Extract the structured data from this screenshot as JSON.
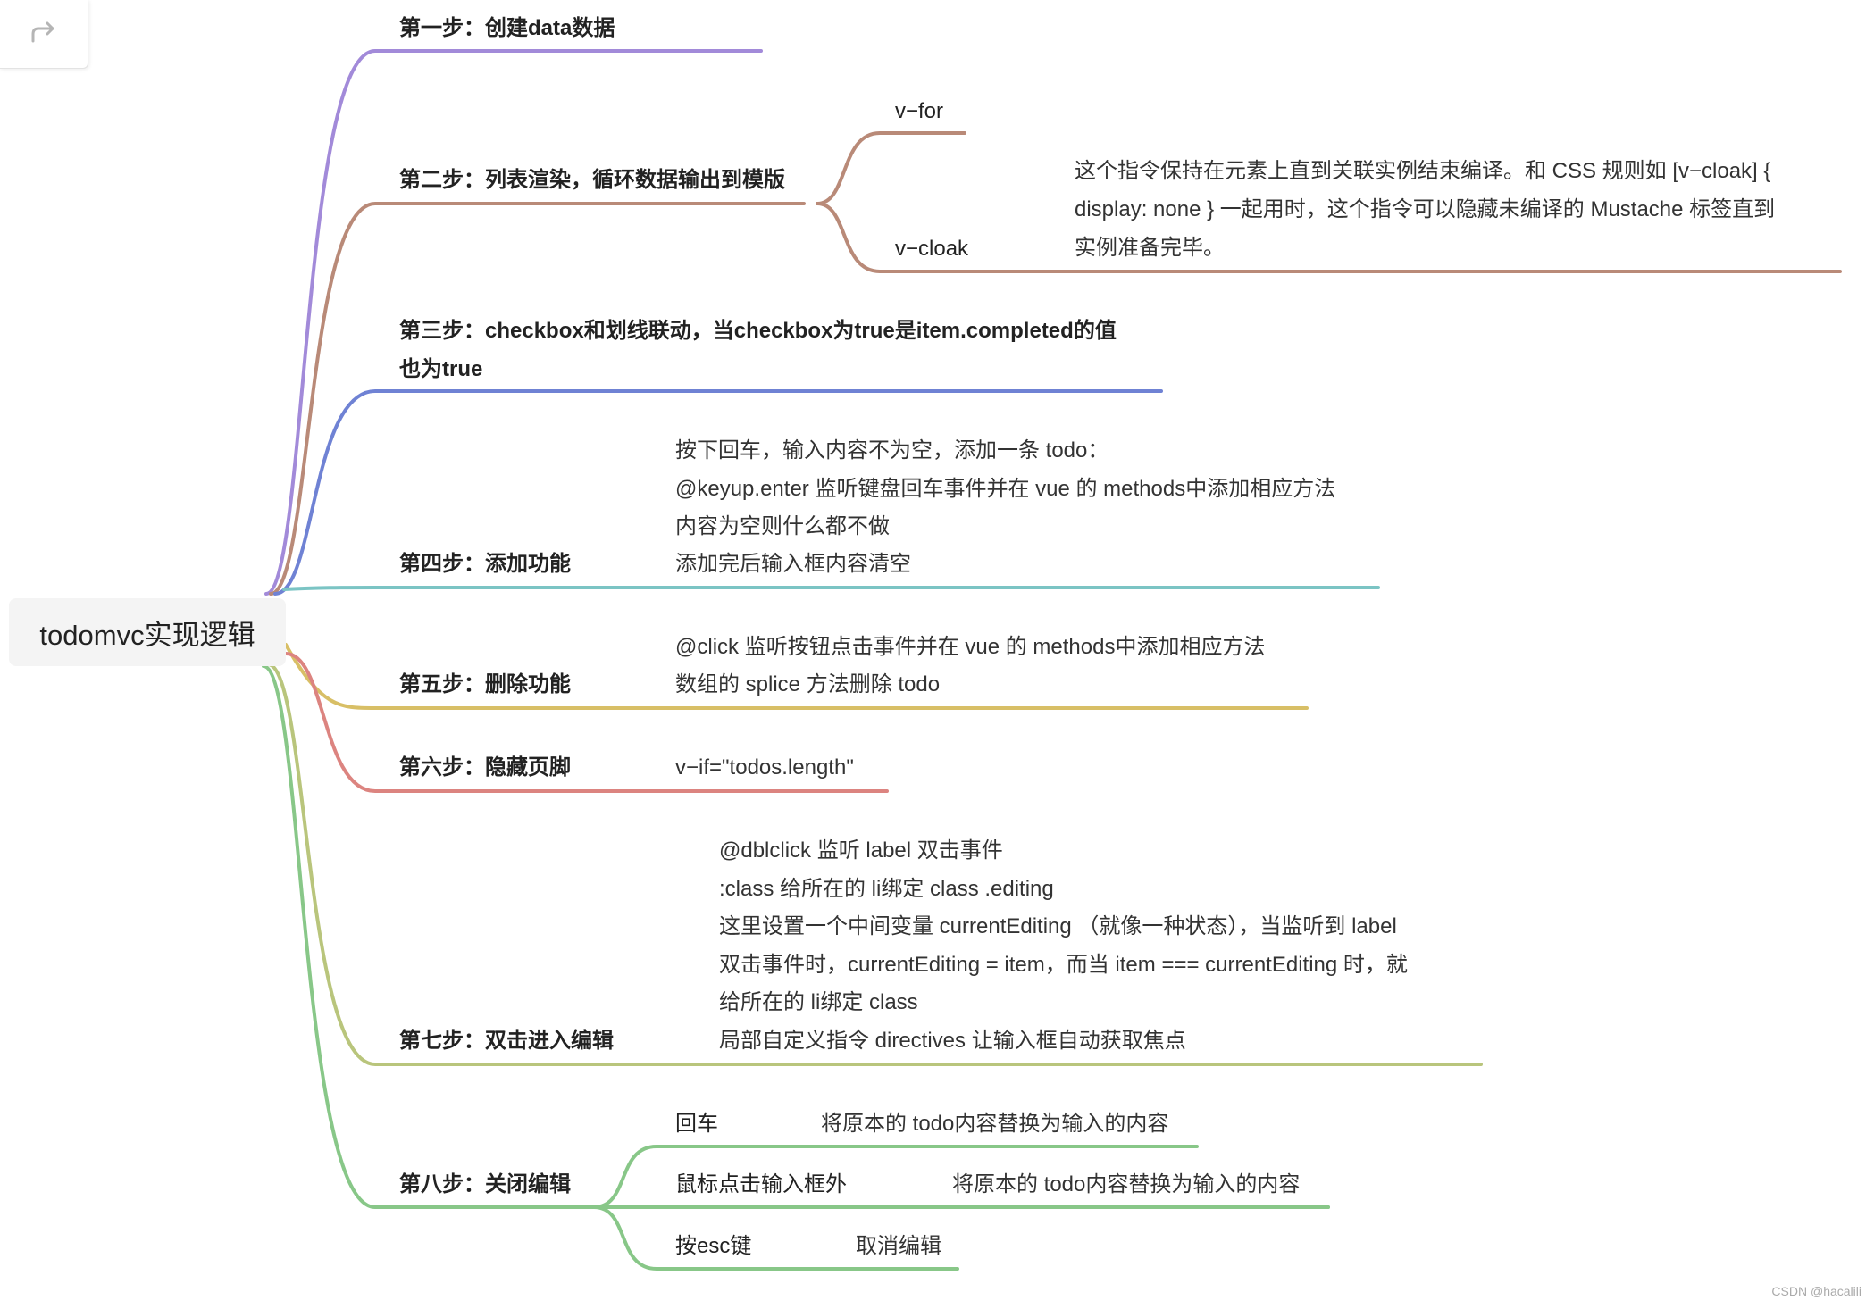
{
  "toolbar": {
    "redo_icon": "redo-arrow-icon"
  },
  "root": {
    "label": "todomvc实现逻辑"
  },
  "branches": [
    {
      "label": "第一步：创建data数据",
      "color": "#a28ad9",
      "notes": [],
      "children": []
    },
    {
      "label": "第二步：列表渲染，循环数据输出到模版",
      "color": "#b98a78",
      "notes": [],
      "children": [
        {
          "label": "v−for",
          "notes": []
        },
        {
          "label": "v−cloak",
          "notes": [
            "这个指令保持在元素上直到关联实例结束编译。和 CSS 规则如 [v−cloak] {",
            "display: none } 一起用时，这个指令可以隐藏未编译的 Mustache 标签直到",
            "实例准备完毕。"
          ]
        }
      ]
    },
    {
      "label": "第三步：checkbox和划线联动，当checkbox为true是item.completed的值",
      "label2": "也为true",
      "color": "#6f82d4",
      "notes": [],
      "children": []
    },
    {
      "label": "第四步：添加功能",
      "color": "#7bc4c4",
      "notes": [
        "按下回车，输入内容不为空，添加一条 todo：",
        "@keyup.enter 监听键盘回车事件并在 vue 的 methods中添加相应方法",
        "内容为空则什么都不做",
        "添加完后输入框内容清空"
      ],
      "children": []
    },
    {
      "label": "第五步：删除功能",
      "color": "#d8bf66",
      "notes": [
        "@click 监听按钮点击事件并在 vue 的 methods中添加相应方法",
        "数组的 splice 方法删除 todo"
      ],
      "children": []
    },
    {
      "label": "第六步：隐藏页脚",
      "color": "#dc8480",
      "notes": [
        "v−if=\"todos.length\""
      ],
      "children": []
    },
    {
      "label": "第七步：双击进入编辑",
      "color": "#b9c57c",
      "notes": [
        "@dblclick 监听 label 双击事件",
        ":class 给所在的 li绑定 class .editing",
        "这里设置一个中间变量 currentEditing （就像一种状态），当监听到 label",
        "双击事件时，currentEditing = item，而当 item === currentEditing 时，就",
        "给所在的 li绑定 class",
        "局部自定义指令 directives 让输入框自动获取焦点"
      ],
      "children": []
    },
    {
      "label": "第八步：关闭编辑",
      "color": "#88c788",
      "notes": [],
      "children": [
        {
          "label": "回车",
          "notes": [
            "将原本的 todo内容替换为输入的内容"
          ]
        },
        {
          "label": "鼠标点击输入框外",
          "notes": [
            "将原本的 todo内容替换为输入的内容"
          ]
        },
        {
          "label": "按esc键",
          "notes": [
            "取消编辑"
          ]
        }
      ]
    }
  ],
  "watermark": "CSDN @hacalili"
}
